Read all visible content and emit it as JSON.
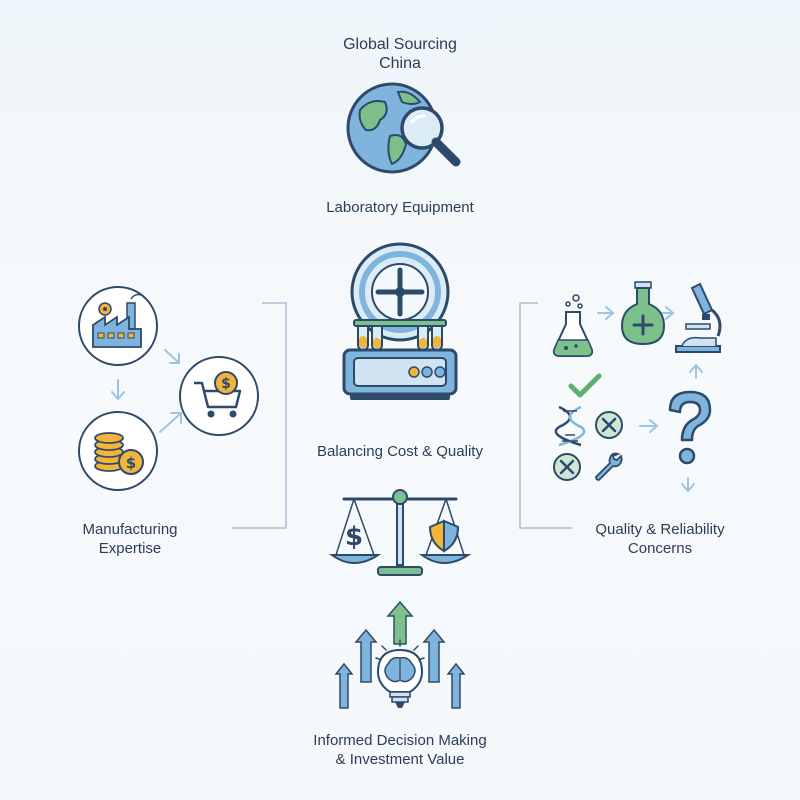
{
  "title": {
    "line1": "Global Sourcing",
    "line2": "China"
  },
  "labels": {
    "lab_equipment": "Laboratory Equipment",
    "balancing": "Balancing Cost & Quality",
    "manufacturing": {
      "line1": "Manufacturing",
      "line2": "Expertise"
    },
    "quality": {
      "line1": "Quality & Reliability",
      "line2": "Concerns"
    },
    "decision": {
      "line1": "Informed Decision Making",
      "line2": "& Investment Value"
    }
  },
  "icons": {
    "globe": "globe-magnifier-icon",
    "centrifuge": "centrifuge-icon",
    "factory": "factory-icon",
    "cart": "shopping-cart-dollar-icon",
    "coins": "coins-dollar-icon",
    "scale": "balance-scale-icon",
    "brain": "brain-bulb-icon",
    "flask": "flask-icon",
    "flask_cross": "flask-medical-icon",
    "microscope": "microscope-icon",
    "check": "check-icon",
    "dna": "dna-icon",
    "x_mark": "x-circle-icon",
    "wrench": "wrench-icon",
    "question": "question-mark-icon"
  },
  "colors": {
    "outline": "#2e4a6b",
    "blue": "#7fb4dc",
    "light_blue": "#cfe3f2",
    "green": "#7cc08c",
    "yellow": "#f2b43a",
    "gray_line": "#a9bfd3"
  }
}
